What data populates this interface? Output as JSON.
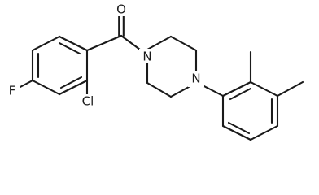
{
  "molecule": {
    "atoms": {
      "oxygen": "O",
      "chlorine": "Cl",
      "fluorine": "F",
      "nitrogen_1": "N",
      "nitrogen_2": "N"
    },
    "colors": {
      "bond": "#1a1a1a",
      "text": "#1a1a1a",
      "background": "#ffffff"
    }
  }
}
